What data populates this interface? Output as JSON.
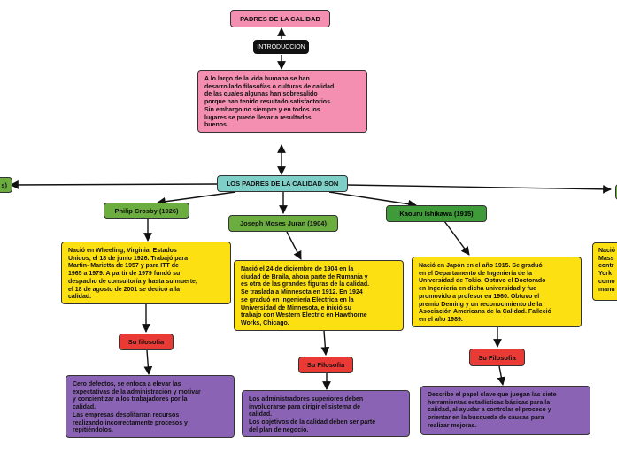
{
  "title": "PADRES DE LA CALIDAD",
  "intro_label": "INTRODUCCION",
  "intro_text": "A lo largo de la vida humana se han\ndesarrollado filosofías o culturas de calidad,\nde las cuales algunas han sobresalido\nporque han tenido resultado satisfactorios.\nSin embargo no siempre y en todos los\nlugares se puede llevar a resultados\nbuenos.",
  "center_label": "LOS PADRES DE LA CALIDAD SON",
  "left_cut_label": "s)",
  "right_cut_text": "Nació\nMass\ncontr\nYork\ncomo\nmanu",
  "fathers": [
    {
      "name": "Philip Crosby (1926)",
      "bio": "Nació en Wheeling, Virginia, Estados\nUnidos, el 18 de junio 1926.  Trabajó para\nMartin- Marietta  de 1957 y para ITT de\n1965 a 1979. A partir de 1979 fundó su\ndespacho de consultoría y hasta su  muerte,\nel 18 de agosto de 2001 se dedicó a la\ncalidad.",
      "philosophy_label": "Su filosofia",
      "philosophy": "Cero defectos,  se enfoca a elevar las\nexpectativas de la administración y motivar\ny concientizar a los trabajadores por la\ncalidad.\nLas empresas desplifarran recursos\nrealizando incorrectamente procesos y\nrepitiéndolos."
    },
    {
      "name": "Joseph Moses Juran (1904)",
      "bio": "Nació el 24 de diciembre de 1904 en la\nciudad de Braila, ahora parte de Rumania y\nes otra de las grandes figuras de la calidad.\nSe trasladа a Minnesota en 1912. En 1924\nse graduó en Ingeniería Eléctrica en la\nUniversidad de Minnesota, e inició su\ntrabajo con Western Electric en Hawthorne\nWorks, Chicago.",
      "philosophy_label": "Su Filosofia",
      "philosophy": "Los administradores superiores deben\ninvolucrarse para dirigir el sistema de\ncalidad.\nLos objetivos de la calidad deben ser parte\ndel plan de negocio."
    },
    {
      "name": "Kaouru Ishikawa (1915)",
      "bio": "Nació en Japón en el año 1915. Se graduó\nen el Departamento de Ingeniería de la\nUniversidad de Tokio. Obtuvo el Doctorado\nen Ingeniería en dicha universidad y fue\npromovido a profesor en 1960. Obtuvo el\npremio Deming y un reconocimiento de la\nAsociación Americana de la Calidad. Falleció\nen el año 1989.",
      "philosophy_label": "Su Filosofia",
      "philosophy": "Describe el papel clave que juegan las siete\nherramientas estadísticas básicas para la\ncalidad, al ayudar a controlar el proceso y\norientar en la búsqueda de causas para\nrealizar mejoras."
    }
  ]
}
